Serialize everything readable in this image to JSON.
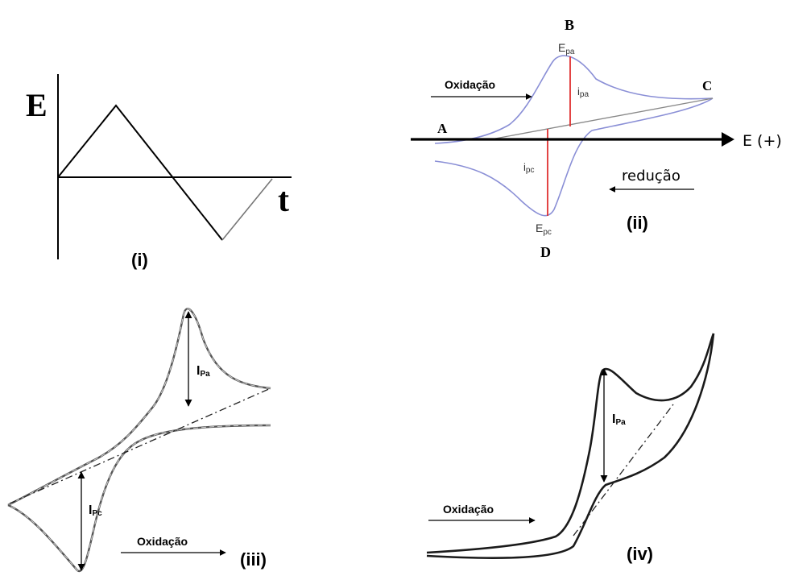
{
  "panel_i": {
    "y_axis_label": "E",
    "x_axis_label": "t",
    "panel_label": "(i)"
  },
  "panel_ii": {
    "point_a": "A",
    "point_b": "B",
    "point_c": "C",
    "point_d": "D",
    "epa_label": "E",
    "epa_sub": "pa",
    "epc_label": "E",
    "epc_sub": "pc",
    "ipa_label": "i",
    "ipa_sub": "pa",
    "ipc_label": "i",
    "ipc_sub": "pc",
    "oxidation_label": "Oxidação",
    "reduction_label": "redução",
    "axis_label": "E (+)",
    "panel_label": "(ii)"
  },
  "panel_iii": {
    "ipa_label": "I",
    "ipa_sub": "Pa",
    "ipc_label": "I",
    "ipc_sub": "Pc",
    "oxidation_label": "Oxidação",
    "panel_label": "(iii)"
  },
  "panel_iv": {
    "ipa_label": "I",
    "ipa_sub": "Pa",
    "oxidation_label": "Oxidação",
    "panel_label": "(iv)"
  },
  "colors": {
    "curve_blue": "#8a8fd6",
    "peak_line_red": "#e03030",
    "ink": "#000000"
  }
}
